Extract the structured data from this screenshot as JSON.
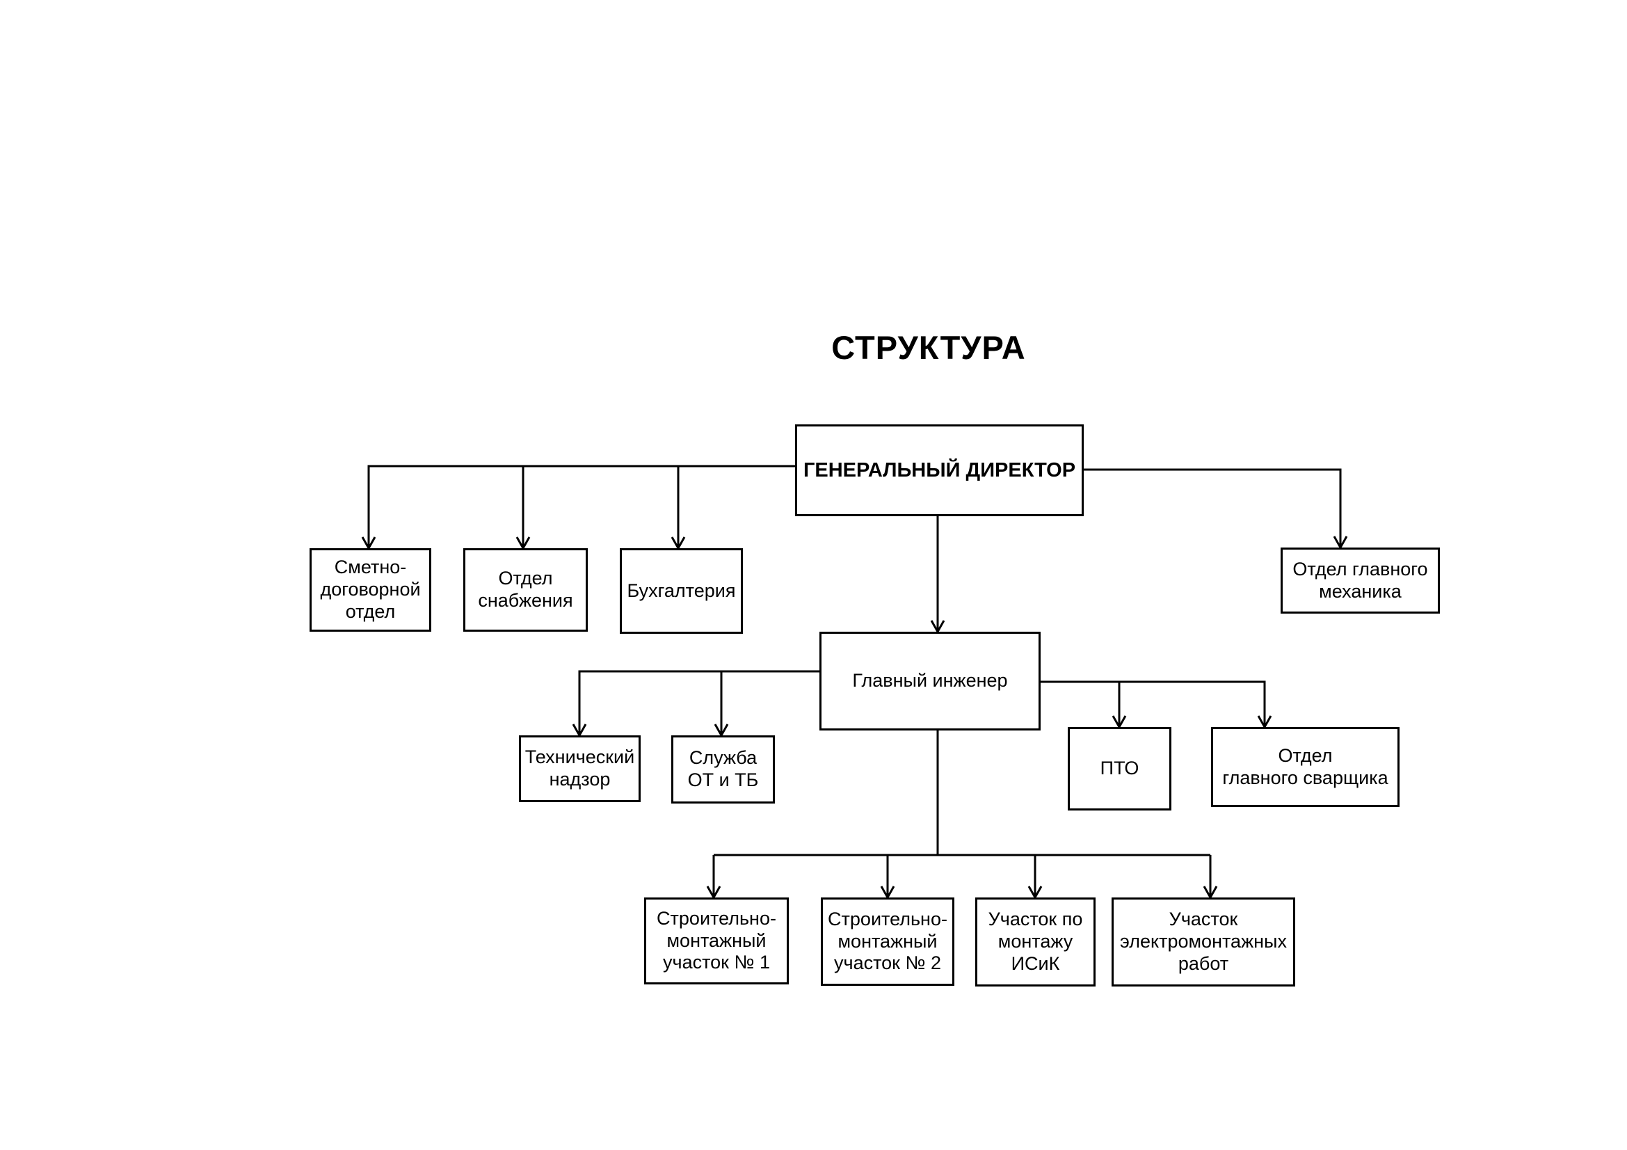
{
  "title": "СТРУКТУРА",
  "nodes": {
    "director": "ГЕНЕРАЛЬНЫЙ ДИРЕКТОР",
    "estimate_contract": "Сметно-\nдоговорной\nотдел",
    "supply": "Отдел\nснабжения",
    "accounting": "Бухгалтерия",
    "chief_mechanic": "Отдел главного\nмеханика",
    "chief_engineer": "Главный инженер",
    "tech_supervision": "Технический\nнадзор",
    "safety": "Служба\nОТ и ТБ",
    "pto": "ПТО",
    "chief_welder": "Отдел\nглавного сварщика",
    "site1": "Строительно-\nмонтажный\nучасток № 1",
    "site2": "Строительно-\nмонтажный\nучасток № 2",
    "isik": "Участок по\nмонтажу\nИСиК",
    "electrical": "Участок\nэлектромонтажных\nработ"
  }
}
